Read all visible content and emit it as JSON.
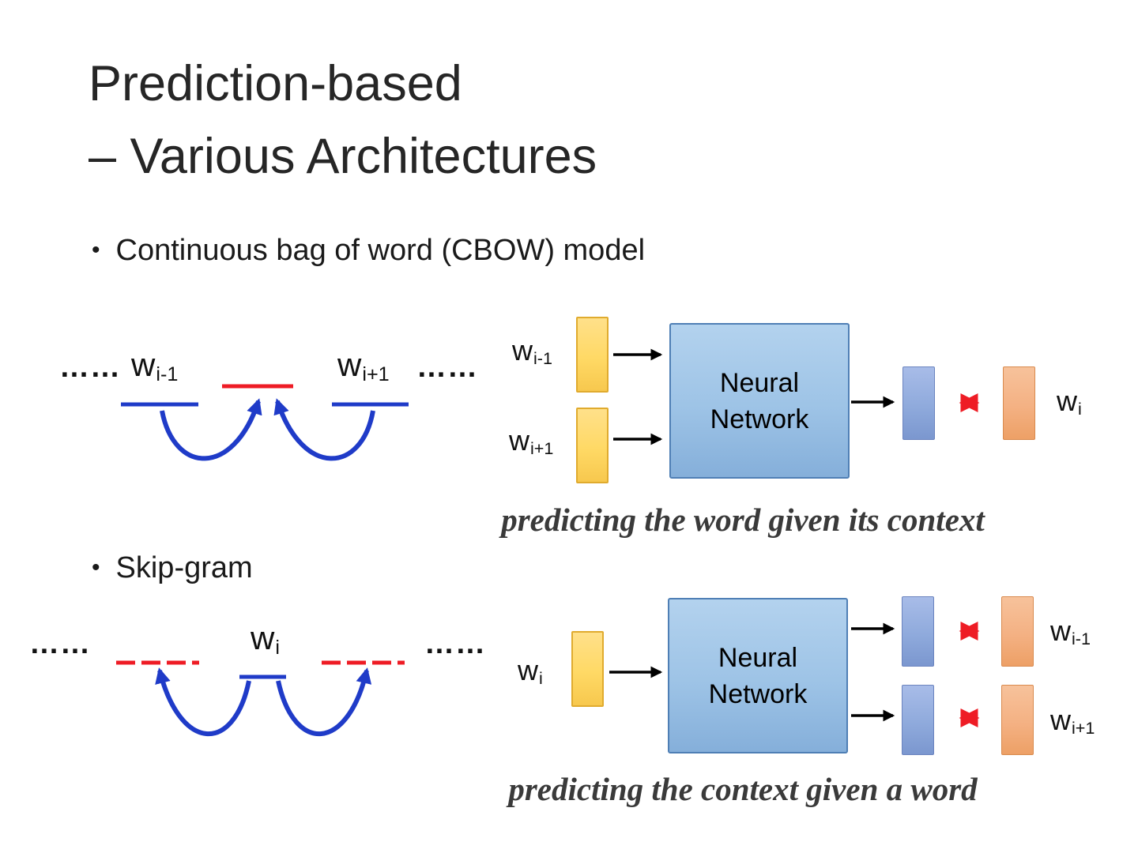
{
  "slide": {
    "title_line1": "Prediction-based",
    "title_line2": "– Various Architectures",
    "bullet_char": "•",
    "bullet_cbow": "Continuous bag of word (CBOW) model",
    "bullet_skipgram": "Skip-gram",
    "caption_cbow": "predicting the word given its context",
    "caption_skipgram": "predicting the context given a word"
  },
  "words": {
    "w": "w",
    "sub_i": "i",
    "sub_i_minus_1": "i-1",
    "sub_i_plus_1": "i+1",
    "dots": "……"
  },
  "network_box": {
    "line1": "Neural",
    "line2": "Network"
  },
  "colors": {
    "context_box_fill": "#FFD965",
    "context_box_border": "#E0AB2E",
    "network_box_fill": "#9DC3E6",
    "network_box_border": "#4F7FB5",
    "embedding_box_fill": "#8FAADC",
    "target_box_fill": "#F4B183",
    "blue_arrow": "#1F3BC8",
    "red_accent": "#EE1C25",
    "black_arrow": "#000000",
    "caption_text": "#3A3A3A",
    "title_text": "#262626"
  }
}
